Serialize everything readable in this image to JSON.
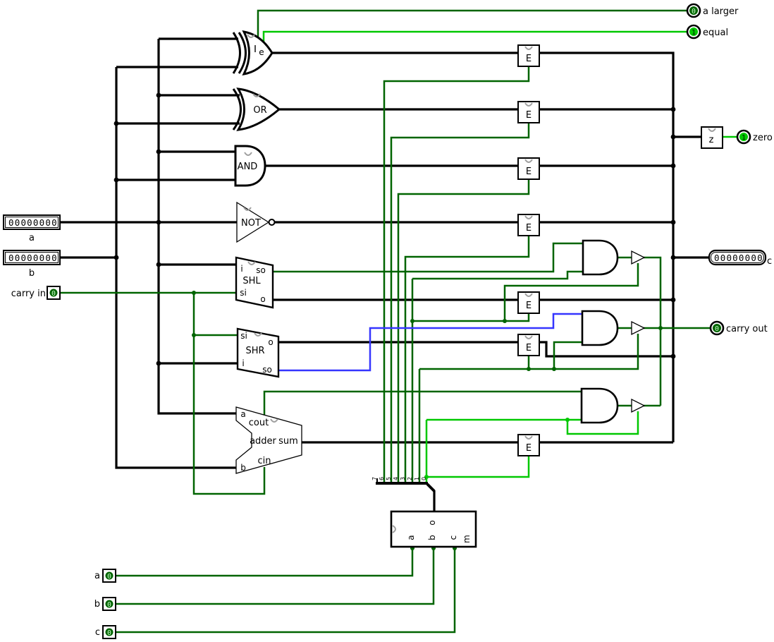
{
  "colors": {
    "wire_zero": "#006400",
    "wire_one": "#00c800",
    "wire_floating": "#3535ff",
    "wire_bus": "#000000",
    "anchor_gray": "#a0a0a0"
  },
  "inputs": {
    "a": {
      "label": "a",
      "value": "00000000"
    },
    "b": {
      "label": "b",
      "value": "00000000"
    },
    "carry_in": {
      "label": "carry in",
      "value": "0"
    },
    "op_a": {
      "label": "a",
      "value": "0"
    },
    "op_b": {
      "label": "b",
      "value": "0"
    },
    "op_c": {
      "label": "c",
      "value": "0"
    }
  },
  "outputs": {
    "a_larger": {
      "label": "a larger",
      "value": "0"
    },
    "equal": {
      "label": "equal",
      "value": "1"
    },
    "zero": {
      "label": "zero",
      "value": "1"
    },
    "c": {
      "label": "c",
      "value": "00000000"
    },
    "carry_out": {
      "label": "carry out",
      "value": "0"
    }
  },
  "components": {
    "comparator": {
      "label": "e"
    },
    "or_gate": {
      "label": "OR"
    },
    "and_gate": {
      "label": "AND"
    },
    "not_gate": {
      "label": "NOT"
    },
    "shl": {
      "label": "SHL",
      "pin_i": "i",
      "pin_so": "so",
      "pin_si": "si",
      "pin_o": "o"
    },
    "shr": {
      "label": "SHR",
      "pin_si": "si",
      "pin_o": "o",
      "pin_i": "i",
      "pin_so": "so"
    },
    "adder": {
      "label": "adder",
      "pin_a": "a",
      "pin_b": "b",
      "pin_cout": "cout",
      "pin_sum": "sum",
      "pin_cin": "cin"
    },
    "enabler": {
      "label": "E"
    },
    "zero_detect": {
      "label": "z"
    },
    "decoder": {
      "label": "m",
      "pin_o": "o",
      "pin_a": "a",
      "pin_b": "b",
      "pin_c": "c"
    },
    "splitter_bits": [
      "7",
      "6",
      "5",
      "4",
      "3",
      "2",
      "1",
      "0"
    ]
  }
}
